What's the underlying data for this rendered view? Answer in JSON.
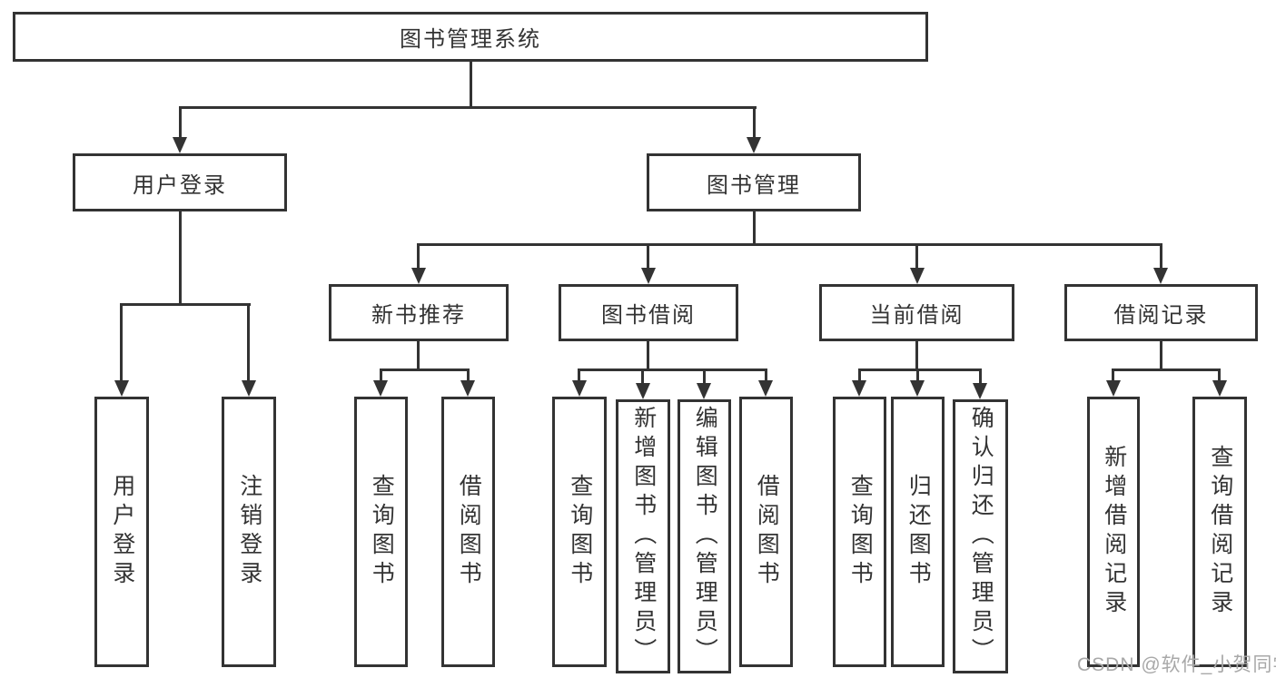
{
  "nodes": {
    "root": "图书管理系统",
    "user_login": "用户登录",
    "book_management": "图书管理",
    "new_book_recommend": "新书推荐",
    "book_borrow": "图书借阅",
    "current_borrow": "当前借阅",
    "borrow_record": "借阅记录",
    "leaves": {
      "user_login": [
        "用户登录",
        "注销登录"
      ],
      "new_book_recommend": [
        "查询图书",
        "借阅图书"
      ],
      "book_borrow": [
        "查询图书",
        "新增图书（管理员）",
        "编辑图书（管理员）",
        "借阅图书"
      ],
      "current_borrow": [
        "查询图书",
        "归还图书",
        "确认归还（管理员）"
      ],
      "borrow_record": [
        "新增借阅记录",
        "查询借阅记录"
      ]
    }
  },
  "watermark": "CSDN @软件_小贺同学",
  "colors": {
    "line": "#333333",
    "text": "#333333",
    "watermark": "#a8a8a8",
    "background": "#ffffff"
  }
}
